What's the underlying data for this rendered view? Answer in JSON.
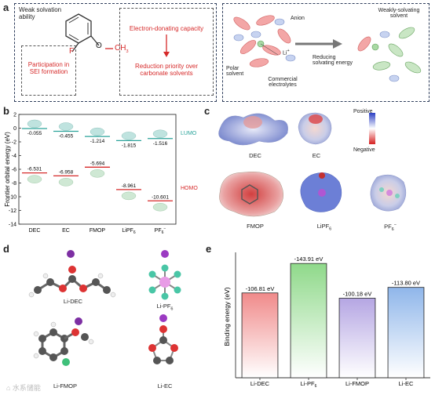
{
  "panels": {
    "a": "a",
    "b": "b",
    "c": "c",
    "d": "d",
    "e": "e"
  },
  "panel_a": {
    "weak_solvation": "Weak solvation ability",
    "participation": "Participation in SEI formation",
    "electron_donating": "Electron-donating capacity",
    "reduction_priority": "Reduction priority over carbonate solvents",
    "atom_F": "F",
    "atom_O": "O",
    "group_CH3": "CH",
    "group_CH3_sub": "3",
    "anion": "Anion",
    "li_ion": "Li",
    "li_ion_sup": "+",
    "polar_solvent": "Polar solvent",
    "commercial": "Commercial electrolytes",
    "reducing": "Reducing solvating energy",
    "weakly": "Weakly-solvating solvent"
  },
  "panel_b": {
    "ylabel": "Frontier orbital energy (eV)",
    "lumo_label": "LUMO",
    "homo_label": "HOMO",
    "lumo_color": "#2aa39a",
    "homo_color": "#d62a2a",
    "categories": [
      "DEC",
      "EC",
      "FMOP",
      "LiPF",
      "PF"
    ],
    "category_subs": [
      "",
      "",
      "",
      "6",
      "6"
    ],
    "category_sups": [
      "",
      "",
      "",
      "",
      "−"
    ],
    "lumo": [
      -0.055,
      -0.455,
      -1.214,
      -1.815,
      -1.516
    ],
    "homo": [
      -6.531,
      -6.958,
      -5.694,
      -8.961,
      -10.601
    ],
    "lumo_text": [
      "-0.055",
      "-0.455",
      "-1.214",
      "-1.815",
      "-1.516"
    ],
    "homo_text": [
      "-6.531",
      "-6.958",
      "-5.694",
      "-8.961",
      "-10.601"
    ],
    "yticks": [
      "2",
      "0",
      "-2",
      "-4",
      "-6",
      "-8",
      "-10",
      "-12",
      "-14"
    ]
  },
  "panel_c": {
    "legend_positive": "Positive",
    "legend_negative": "Negative",
    "labels": [
      "DEC",
      "EC",
      "FMOP",
      "LiPF",
      "PF"
    ],
    "subs": [
      "",
      "",
      "",
      "6",
      "6"
    ],
    "sups": [
      "",
      "",
      "",
      "",
      "−"
    ]
  },
  "panel_d": {
    "labels": [
      "Li-DEC",
      "Li-PF",
      "Li-FMOP",
      "Li-EC"
    ],
    "subs": [
      "",
      "6",
      "",
      ""
    ]
  },
  "panel_e": {
    "ylabel": "Binding energy (eV)",
    "categories": [
      "Li-DEC",
      "Li-PF",
      "Li-FMOP",
      "Li-EC"
    ],
    "category_subs": [
      "",
      "6",
      "",
      ""
    ],
    "values": [
      -106.81,
      -143.91,
      -100.18,
      -113.8
    ],
    "value_text": [
      "-106.81 eV",
      "-143.91 eV",
      "-100.18 eV",
      "-113.80 eV"
    ],
    "colors": [
      "#f08a8a",
      "#8fd98a",
      "#b5a6e3",
      "#8fb6ea"
    ]
  },
  "chart_data": [
    {
      "type": "bar",
      "title": "",
      "ylabel": "Frontier orbital energy (eV)",
      "categories": [
        "DEC",
        "EC",
        "FMOP",
        "LiPF6",
        "PF6-"
      ],
      "series": [
        {
          "name": "LUMO",
          "values": [
            -0.055,
            -0.455,
            -1.214,
            -1.815,
            -1.516
          ]
        },
        {
          "name": "HOMO",
          "values": [
            -6.531,
            -6.958,
            -5.694,
            -8.961,
            -10.601
          ]
        }
      ],
      "ylim": [
        -14,
        2
      ]
    },
    {
      "type": "bar",
      "title": "",
      "ylabel": "Binding energy (eV)",
      "categories": [
        "Li-DEC",
        "Li-PF6",
        "Li-FMOP",
        "Li-EC"
      ],
      "values": [
        -106.81,
        -143.91,
        -100.18,
        -113.8
      ]
    }
  ],
  "watermark": "⌂ 水系储能"
}
